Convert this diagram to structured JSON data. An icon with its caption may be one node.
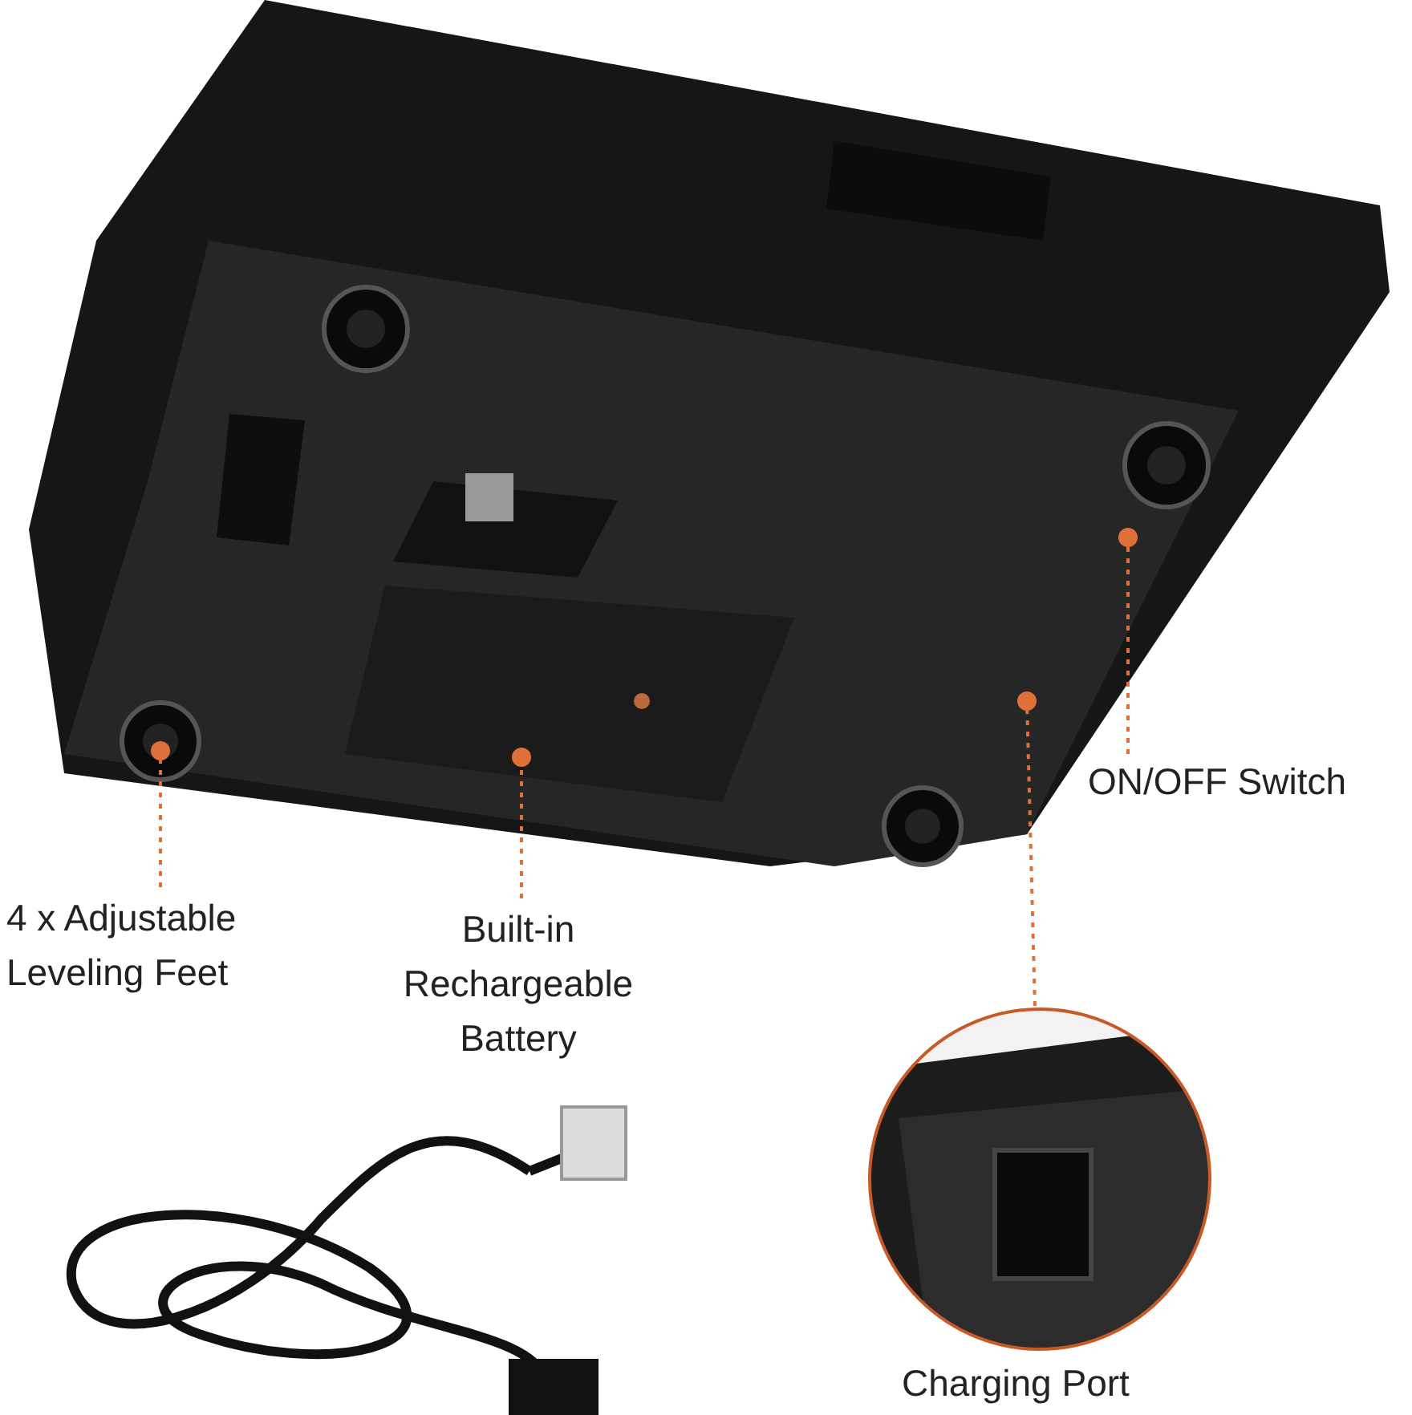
{
  "diagram": {
    "nodes": [
      {
        "text": [
          "4 x Adjustable Leveling Feet"
        ]
      },
      {
        "text": [
          "Built-in Rechargeable Battery"
        ]
      },
      {
        "text": [
          "ON/OFF Switch"
        ]
      },
      {
        "text": [
          "Charging Port"
        ]
      }
    ],
    "edges": [
      {
        "from": 0,
        "to": null,
        "arrow": "other",
        "style": "dashed"
      },
      {
        "from": 1,
        "to": null,
        "arrow": "other",
        "style": "dashed"
      },
      {
        "from": 2,
        "to": null,
        "arrow": "other",
        "style": "dashed"
      },
      {
        "from": 3,
        "to": null,
        "arrow": "other",
        "style": "dashed"
      }
    ]
  }
}
